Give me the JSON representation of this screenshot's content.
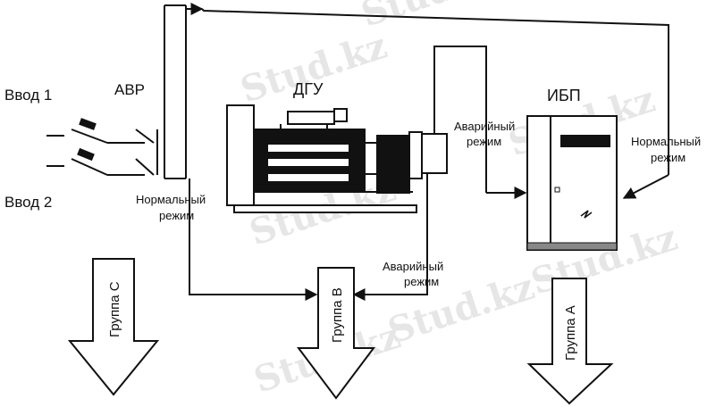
{
  "labels": {
    "input1": "Ввод 1",
    "input2": "Ввод 2",
    "avr": "АВР",
    "dgu": "ДГУ",
    "ibp": "ИБП",
    "normal_mode_left_1": "Нормальный",
    "normal_mode_left_2": "режим",
    "emergency_top_1": "Аварийный",
    "emergency_top_2": "режим",
    "normal_mode_right_1": "Нормальный",
    "normal_mode_right_2": "режим",
    "emergency_bottom_1": "Аварийный",
    "emergency_bottom_2": "режим"
  },
  "groups": {
    "c": "Группа С",
    "b": "Группа В",
    "a": "Группа А"
  },
  "watermark": "Stud.kz"
}
